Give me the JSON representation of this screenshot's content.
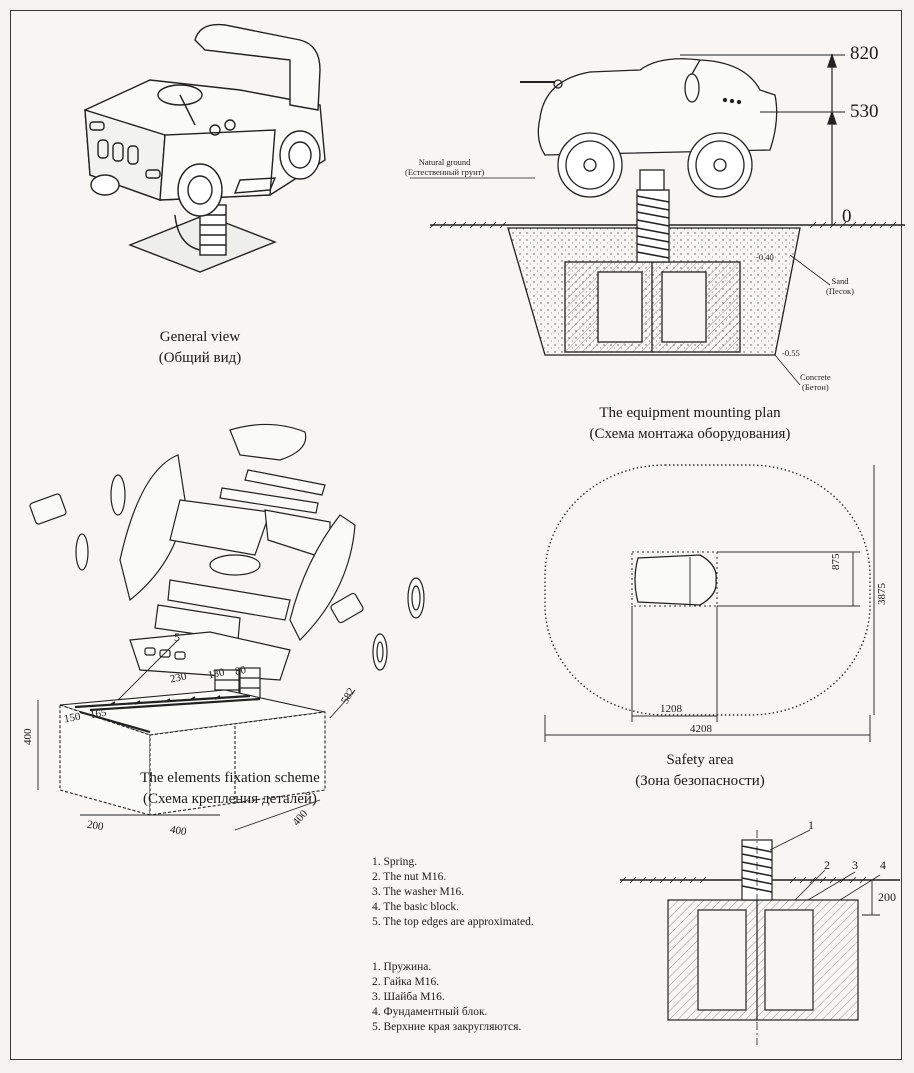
{
  "panels": {
    "general_view": {
      "title_en": "General view",
      "title_ru": "(Общий вид)"
    },
    "mounting_plan": {
      "title_en": "The equipment mounting plan",
      "title_ru": "(Схема монтажа оборудования)",
      "height_top": "820",
      "height_mid": "530",
      "height_zero": "0",
      "natural_ground_en": "Natural ground",
      "natural_ground_ru": "(Естественный грунт)",
      "sand_en": "Sand",
      "sand_ru": "(Песок)",
      "depth_small": "-0.40",
      "depth_bottom": "-0.55",
      "concrete_en": "Concrete",
      "concrete_ru": "(Бетон)"
    },
    "fixation_scheme": {
      "title_en": "The elements fixation scheme",
      "title_ru": "(Схема крепления деталей)"
    },
    "safety_area": {
      "title_en": "Safety area",
      "title_ru": "(Зона безопасности)",
      "dim_inner_width": "1208",
      "dim_outer_width": "4208",
      "dim_inner_height": "875",
      "dim_outer_height": "3875"
    },
    "foundation_block": {
      "callout": "5",
      "dim_230": "230",
      "dim_130": "130",
      "dim_80": "80",
      "dim_150": "150",
      "dim_165": "165",
      "dim_400_side": "400",
      "dim_582": "582",
      "dim_200": "200",
      "dim_400_front": "400",
      "dim_400_depth": "400"
    },
    "notes": {
      "en": [
        "1. Spring.",
        "2. The nut M16.",
        "3. The washer M16.",
        "4. The basic block.",
        "5. The top edges are approximated."
      ],
      "ru": [
        "1. Пружина.",
        "2. Гайка М16.",
        "3. Шайба М16.",
        "4. Фундаментный блок.",
        "5.  Верхние края закругляются."
      ]
    },
    "section_detail": {
      "callout_1": "1",
      "callout_2": "2",
      "callout_3": "3",
      "callout_4": "4",
      "dim_200": "200"
    }
  }
}
